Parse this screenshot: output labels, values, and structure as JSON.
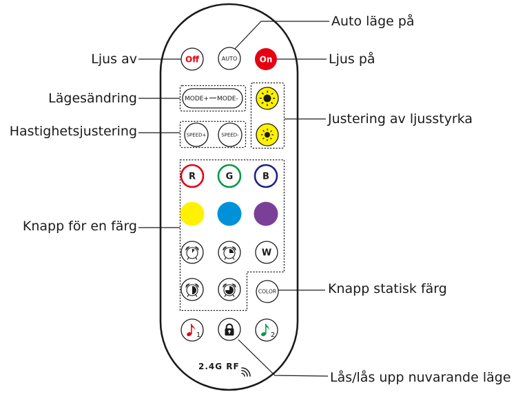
{
  "callouts": {
    "auto_mode_on": "Auto läge på",
    "light_off": "Ljus av",
    "light_on": "Ljus på",
    "mode_change": "Lägesändring",
    "speed_adjust": "Hastighetsjustering",
    "brightness_adjust": "Justering av ljusstyrka",
    "single_color": "Knapp för en färg",
    "static_color": "Knapp statisk färg",
    "lock_unlock_mode": "Lås/lås upp nuvarande läge"
  },
  "remote": {
    "power_off": "Off",
    "auto": "AUTO",
    "power_on": "On",
    "mode_plus": "MODE+",
    "mode_minus": "MODE-",
    "speed_plus": "SPEED+",
    "speed_minus": "SPEED-",
    "rgb": [
      "R",
      "G",
      "B"
    ],
    "white": "W",
    "color": "COLOR",
    "music_1": "1",
    "music_2": "2",
    "rf_label": "2.4G RF"
  },
  "icons": {
    "brightness_up": "sun-icon",
    "brightness_down": "sun-icon",
    "timers": [
      "alarm-clock-icon",
      "alarm-clock-icon",
      "alarm-clock-icon",
      "alarm-clock-icon"
    ],
    "music": "music-note-icon",
    "lock": "padlock-icon",
    "rf_signal": "signal-icon"
  },
  "colors": {
    "accent_red": "#e60012",
    "ring_green": "#009944",
    "ring_blue": "#1d2088",
    "swatch_yellow": "#fff100",
    "swatch_blue": "#0092d8",
    "swatch_purple": "#7b3f98",
    "brightness_yellow": "#fff100",
    "note_green": "#009944"
  }
}
